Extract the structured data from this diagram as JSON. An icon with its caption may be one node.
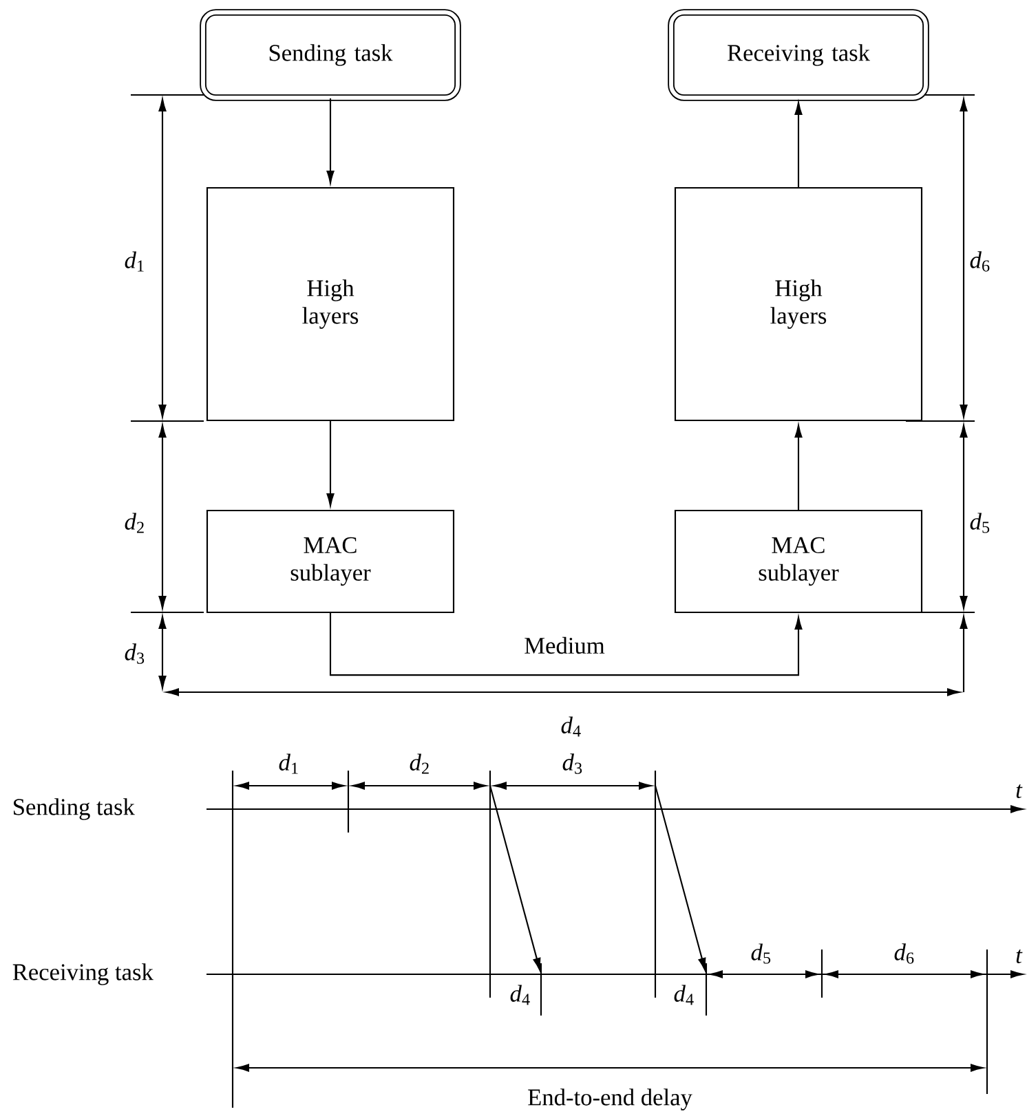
{
  "diagram": {
    "nodes": [
      {
        "text": [
          "Sending task"
        ]
      },
      {
        "text": [
          "Receiving task"
        ]
      },
      {
        "text": [
          "High layers"
        ]
      },
      {
        "text": [
          "High layers"
        ]
      },
      {
        "text": [
          "MAC sublayer"
        ]
      },
      {
        "text": [
          "MAC sublayer"
        ]
      }
    ],
    "edges": [
      {
        "from": 0,
        "to": 2,
        "arrow": "to"
      },
      {
        "from": 2,
        "to": 4,
        "arrow": "to"
      },
      {
        "from": 4,
        "to": 5,
        "arrow": "to",
        "label": "Medium"
      },
      {
        "from": 3,
        "to": 1,
        "arrow": "to"
      },
      {
        "from": 5,
        "to": 3,
        "arrow": "to"
      }
    ],
    "labels": [
      "*d*$_{1}$",
      "*d*$_{6}$",
      "*d*$_{2}$",
      "*d*$_{5}$",
      "*d*$_{3}$",
      "*d*$_{4}$",
      "*d*$_{1}$",
      "*d*$_{2}$",
      "*d*$_{3}$",
      "Sending task",
      "t",
      "*d*$_{5}$",
      "*d*$_{6}$",
      "Receiving task",
      "t",
      "*d*$_{4}$",
      "*d*$_{4}$",
      "End-to-end delay"
    ]
  }
}
